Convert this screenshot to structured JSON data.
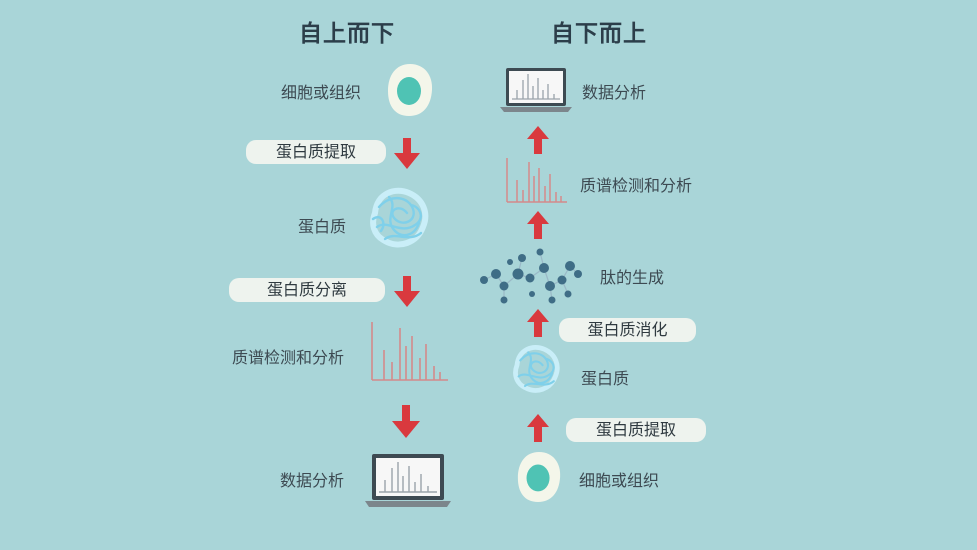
{
  "left": {
    "title": "自上而下",
    "items": [
      {
        "label": "细胞或组织"
      },
      {
        "label": "蛋白质"
      },
      {
        "label": "质谱检测和分析"
      },
      {
        "label": "数据分析"
      }
    ],
    "steps": [
      {
        "label": "蛋白质提取"
      },
      {
        "label": "蛋白质分离"
      }
    ]
  },
  "right": {
    "title": "自下而上",
    "items": [
      {
        "label": "数据分析"
      },
      {
        "label": "质谱检测和分析"
      },
      {
        "label": "肽的生成"
      },
      {
        "label": "蛋白质"
      },
      {
        "label": "细胞或组织"
      }
    ],
    "steps": [
      {
        "label": "蛋白质消化"
      },
      {
        "label": "蛋白质提取"
      }
    ]
  },
  "colors": {
    "background": "#a9d5d8",
    "arrow": "#d9393e",
    "pill": "#eef3ee",
    "cell_nucleus": "#4fc3b4",
    "peptide": "#3f6d86",
    "spectrum": "#d48a8a"
  }
}
